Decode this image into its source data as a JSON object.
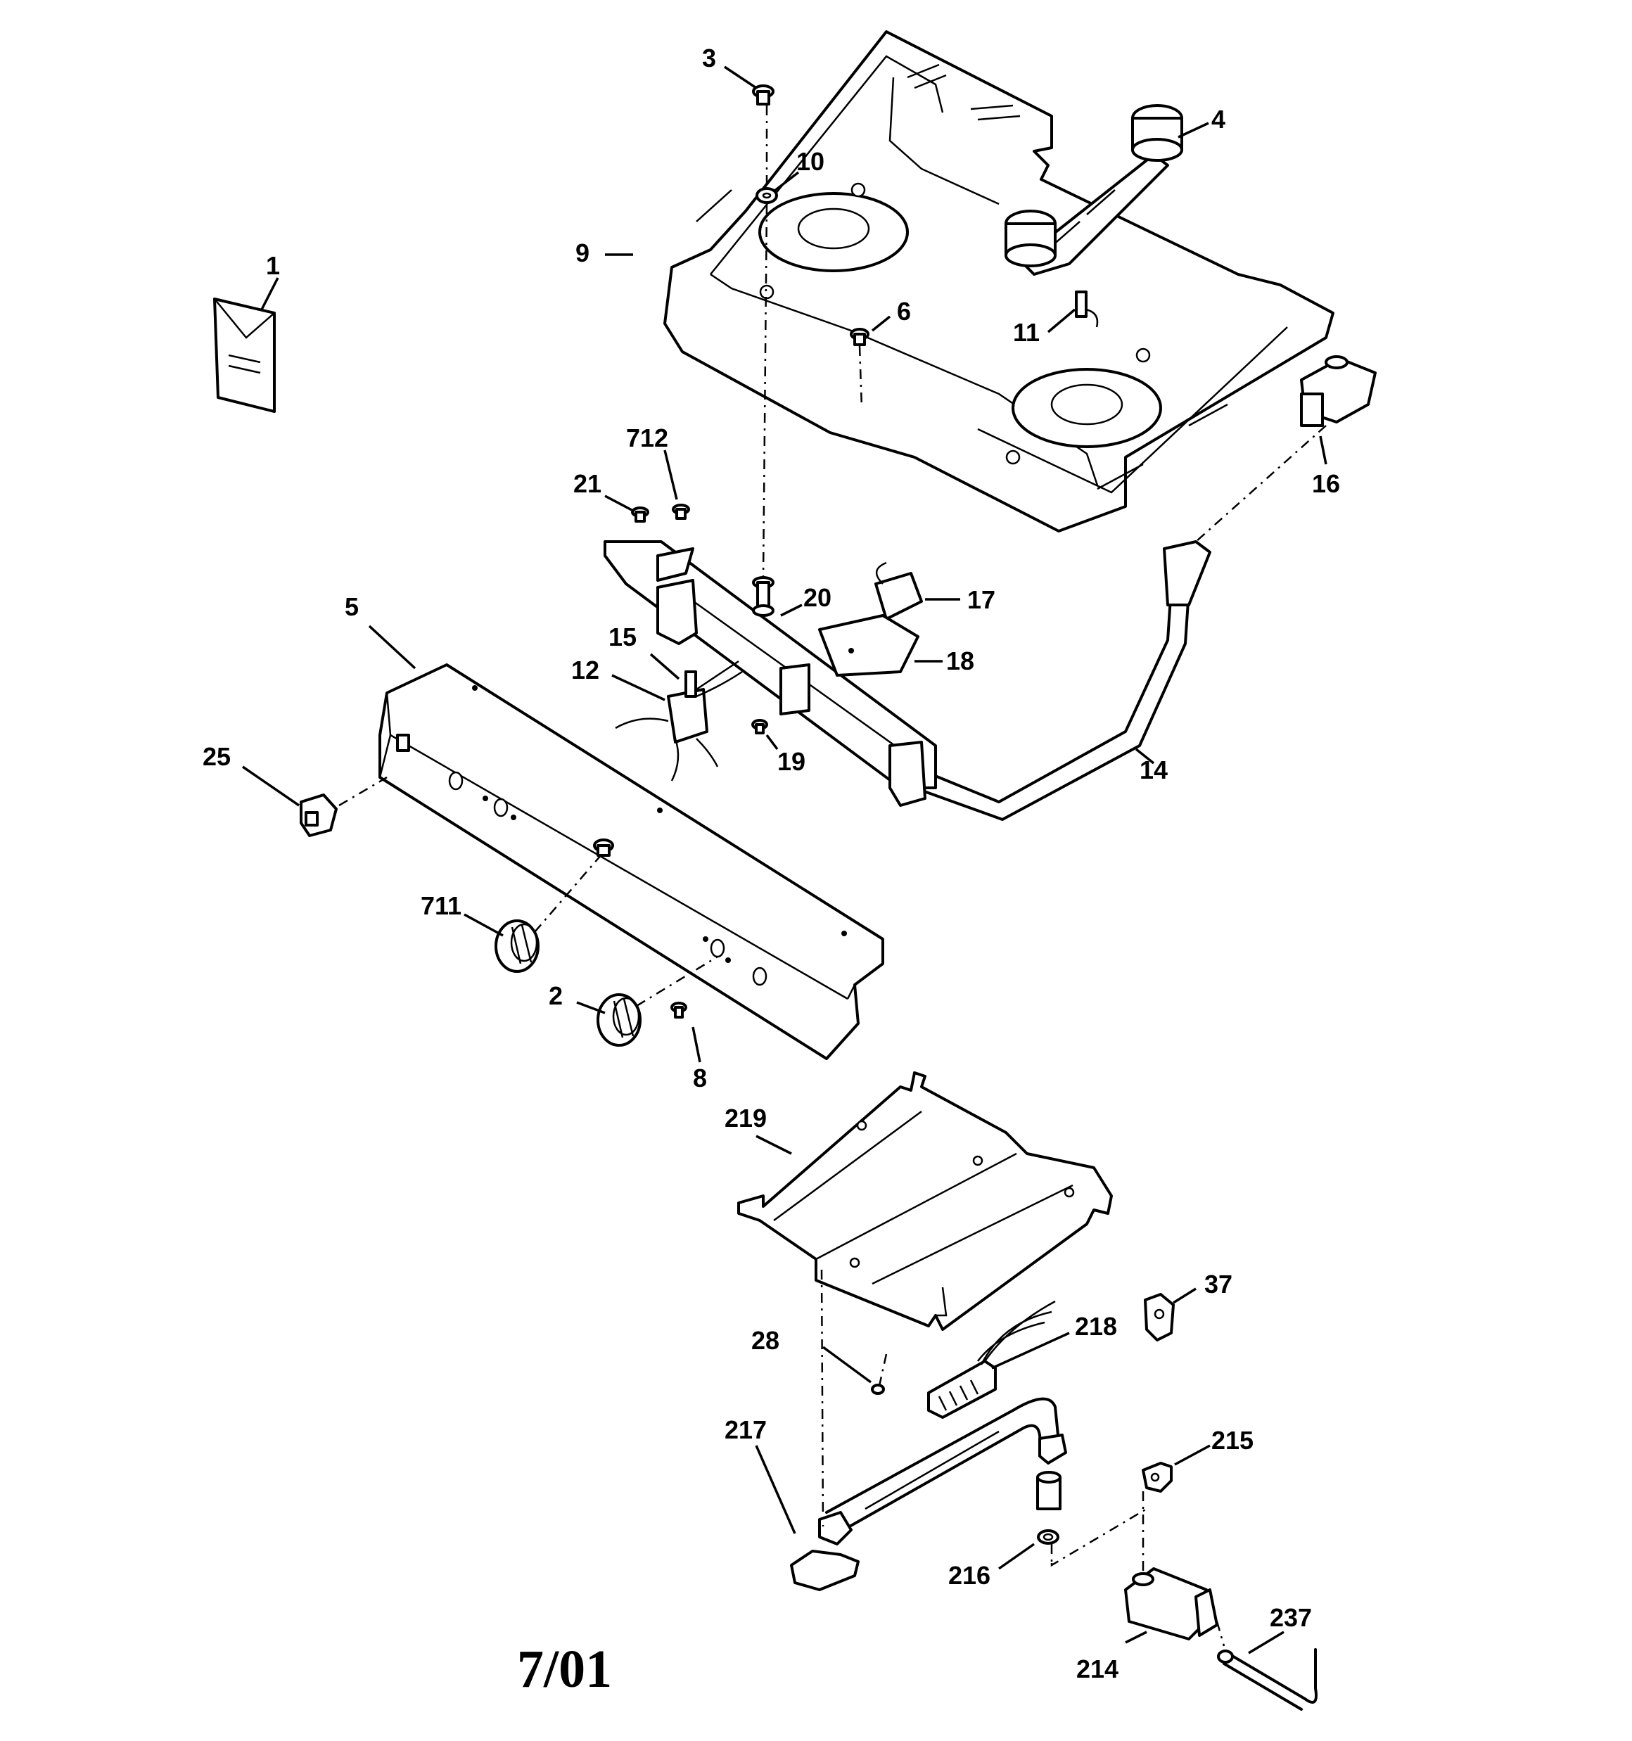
{
  "diagram": {
    "date_code": "7/01",
    "callouts": [
      {
        "id": "c1",
        "label": "1"
      },
      {
        "id": "c2",
        "label": "2"
      },
      {
        "id": "c3",
        "label": "3"
      },
      {
        "id": "c4",
        "label": "4"
      },
      {
        "id": "c5",
        "label": "5"
      },
      {
        "id": "c6",
        "label": "6"
      },
      {
        "id": "c8",
        "label": "8"
      },
      {
        "id": "c9",
        "label": "9"
      },
      {
        "id": "c10",
        "label": "10"
      },
      {
        "id": "c11",
        "label": "11"
      },
      {
        "id": "c12",
        "label": "12"
      },
      {
        "id": "c14",
        "label": "14"
      },
      {
        "id": "c15",
        "label": "15"
      },
      {
        "id": "c16",
        "label": "16"
      },
      {
        "id": "c17",
        "label": "17"
      },
      {
        "id": "c18",
        "label": "18"
      },
      {
        "id": "c19",
        "label": "19"
      },
      {
        "id": "c20",
        "label": "20"
      },
      {
        "id": "c21",
        "label": "21"
      },
      {
        "id": "c25",
        "label": "25"
      },
      {
        "id": "c28",
        "label": "28"
      },
      {
        "id": "c37",
        "label": "37"
      },
      {
        "id": "c214",
        "label": "214"
      },
      {
        "id": "c215",
        "label": "215"
      },
      {
        "id": "c216",
        "label": "216"
      },
      {
        "id": "c217",
        "label": "217"
      },
      {
        "id": "c218",
        "label": "218"
      },
      {
        "id": "c219",
        "label": "219"
      },
      {
        "id": "c237",
        "label": "237"
      },
      {
        "id": "c711",
        "label": "711"
      },
      {
        "id": "c712",
        "label": "712"
      }
    ]
  }
}
